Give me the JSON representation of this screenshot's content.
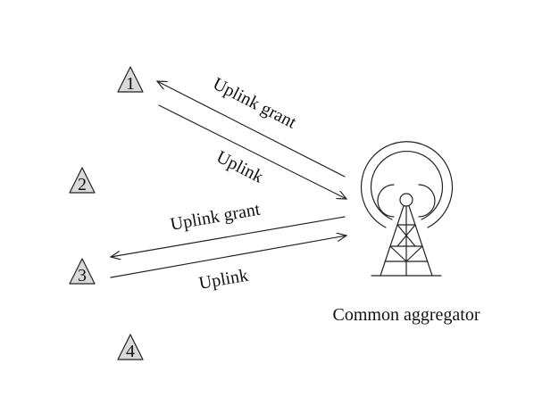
{
  "nodes": [
    {
      "id": "1",
      "label": "1"
    },
    {
      "id": "2",
      "label": "2"
    },
    {
      "id": "3",
      "label": "3"
    },
    {
      "id": "4",
      "label": "4"
    }
  ],
  "edges": [
    {
      "label": "Uplink grant",
      "from": "aggregator",
      "to": "1"
    },
    {
      "label": "Uplink",
      "from": "1",
      "to": "aggregator"
    },
    {
      "label": "Uplink grant",
      "from": "aggregator",
      "to": "3"
    },
    {
      "label": "Uplink",
      "from": "3",
      "to": "aggregator"
    }
  ],
  "aggregator": {
    "label": "Common aggregator",
    "icon": "antenna-tower-icon"
  }
}
